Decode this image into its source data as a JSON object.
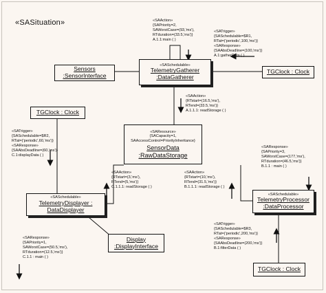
{
  "title": "«SASituation»",
  "nodes": {
    "sensors": {
      "line1": "Sensors",
      "line2": ":SensorInterface"
    },
    "gatherer": {
      "stereo": "«SASchedulable»",
      "line1": "TelemetryGatherer",
      "line2": ":DataGatherer"
    },
    "clock_top": {
      "label": "TGClock : Clock"
    },
    "clock_left": {
      "label": "TGClock : Clock"
    },
    "clock_bottom": {
      "label": "TGClock : Clock"
    },
    "storage": {
      "stereo": "«SAResource»",
      "attr1": "{SACapacity=1,",
      "attr2": "SAAccessControl=PriorityInheritance}",
      "line1": "SensorData",
      "line2": ":RawDataStorage"
    },
    "displayer": {
      "stereo": "«SASchedulable»",
      "line1": "TelemetryDisplayer :",
      "line2": "DataDisplayer"
    },
    "display": {
      "line1": "Display",
      "line2": ":DisplayInterface"
    },
    "processor": {
      "stereo": "«SASchedulable»",
      "line1": "TelemetryProcessor",
      "line2": ":DataProcessor"
    }
  },
  "notes": {
    "gatherer_action": [
      "«SAAction»",
      "{SAPriority=2,",
      "SAWorstCase=(93,'ms'),",
      "RTduration=(33.5,'ms')}",
      "A.1.1:main ( )"
    ],
    "gatherer_trigger": [
      "«SATrigger»",
      "{SASchedulable=$R1,",
      "RTat=('periodic',100,'ms')}",
      "«SAResponse»",
      "{SAAbsDeadline=(100,'ms')}",
      "A.1:gatherData ( )"
    ],
    "store_action_top": [
      "«SAAction»",
      "{RTstart=(16.5,'ms'),",
      "RTend=(33.5,'ms')}",
      "A.1.1.1: readStorage ( )"
    ],
    "displayer_trigger": [
      "«SATrigger»",
      "{SASchedulable=$R2,",
      "RTat=('periodic',60,'ms')}",
      "«SAResponse»",
      "{SAAbsDeadline=(60,'ms')}",
      "C.1:displayData ( )"
    ],
    "processor_response": [
      "«SAResponse»",
      "{SAPriority=3,",
      "SAWorstCase=(177,'ms'),",
      "RTduration=(46.5,'ms')}",
      "B.1.1 : main ( )"
    ],
    "store_action_left": [
      "«SAAction»",
      "{RTstart=(3,'ms'),",
      "RTend=(5,'ms')}",
      "C.1.1.1: readStorage ( )"
    ],
    "store_action_right": [
      "«SAAction»",
      "{RTstart=(10,'ms'),",
      "RTend=(31.5,'ms')}",
      "B.1.1.1: readStorage ( )"
    ],
    "displayer_response": [
      "«SAResponse»",
      "{SAPriority=1,",
      "SAWorstCase=(50.5,'ms'),",
      "RTduration=(12.5,'ms')}",
      "C.1.1 : main ( )"
    ],
    "processor_trigger": [
      "«SATrigger»",
      "{SASchedulable=$R3,",
      "RTat=('periodic',200,'ms')}",
      "«SAResponse»",
      "{SAAbsDeadline=(200,'ms')}",
      "B.1:filterData ( )"
    ]
  }
}
